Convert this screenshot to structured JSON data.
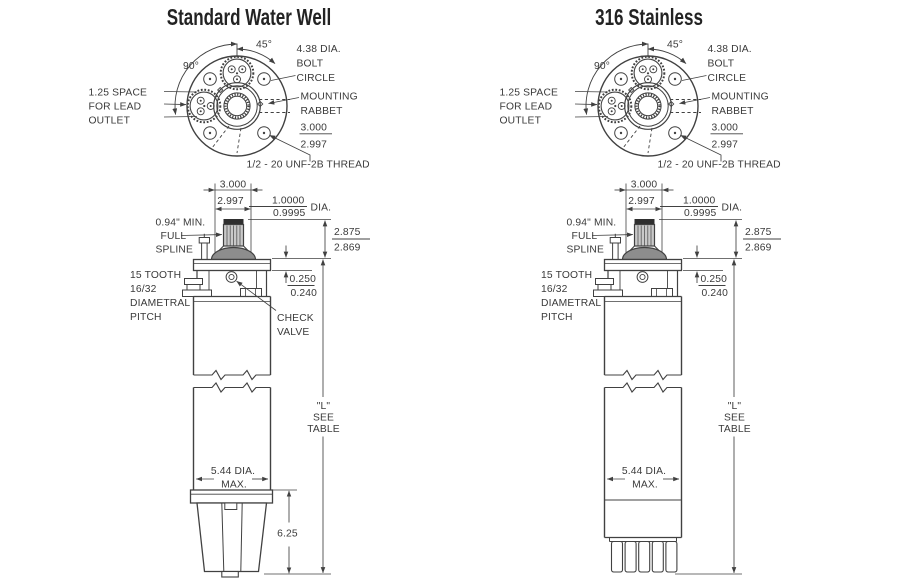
{
  "style": {
    "ink": "#414141",
    "text": "#3a3a3a",
    "background": "#ffffff"
  },
  "diagrams": [
    {
      "title": "Standard Water Well",
      "top_view": {
        "angle_45": "45°",
        "angle_90": "90°",
        "bolt_circle": [
          "4.38 DIA.",
          "BOLT",
          "CIRCLE"
        ],
        "lead_outlet": [
          "1.25 SPACE",
          "FOR LEAD",
          "OUTLET"
        ],
        "mounting_rabbet": [
          "MOUNTING",
          "RABBET"
        ],
        "rabbet_dia_max": "3.000",
        "rabbet_dia_min": "2.997",
        "thread_note": "1/2 - 20 UNF-2B THREAD"
      },
      "side_view": {
        "rabbet_width_max": "3.000",
        "rabbet_width_min": "2.997",
        "shaft_dia_max": "1.0000",
        "shaft_dia_min": "0.9995",
        "shaft_dia_unit": "DIA.",
        "spline_note": [
          "0.94\" MIN.",
          "FULL",
          "SPLINE"
        ],
        "shaft_height_max": "2.875",
        "shaft_height_min": "2.869",
        "flange_step_max": "0.250",
        "flange_step_min": "0.240",
        "spline_pitch": [
          "15 TOOTH",
          "16/32",
          "DIAMETRAL",
          "PITCH"
        ],
        "check_valve": [
          "CHECK",
          "VALVE"
        ],
        "length_ref": [
          "\"L\"",
          "SEE",
          "TABLE"
        ],
        "body_dia": [
          "5.44 DIA.",
          "MAX."
        ],
        "base_height": "6.25"
      }
    },
    {
      "title": "316 Stainless",
      "top_view": {
        "angle_45": "45°",
        "angle_90": "90°",
        "bolt_circle": [
          "4.38 DIA.",
          "BOLT",
          "CIRCLE"
        ],
        "lead_outlet": [
          "1.25 SPACE",
          "FOR LEAD",
          "OUTLET"
        ],
        "mounting_rabbet": [
          "MOUNTING",
          "RABBET"
        ],
        "rabbet_dia_max": "3.000",
        "rabbet_dia_min": "2.997",
        "thread_note": "1/2 - 20 UNF-2B THREAD"
      },
      "side_view": {
        "rabbet_width_max": "3.000",
        "rabbet_width_min": "2.997",
        "shaft_dia_max": "1.0000",
        "shaft_dia_min": "0.9995",
        "shaft_dia_unit": "DIA.",
        "spline_note": [
          "0.94\" MIN.",
          "FULL",
          "SPLINE"
        ],
        "shaft_height_max": "2.875",
        "shaft_height_min": "2.869",
        "flange_step_max": "0.250",
        "flange_step_min": "0.240",
        "spline_pitch": [
          "15 TOOTH",
          "16/32",
          "DIAMETRAL",
          "PITCH"
        ],
        "length_ref": [
          "\"L\"",
          "SEE",
          "TABLE"
        ],
        "body_dia": [
          "5.44 DIA.",
          "MAX."
        ]
      }
    }
  ]
}
